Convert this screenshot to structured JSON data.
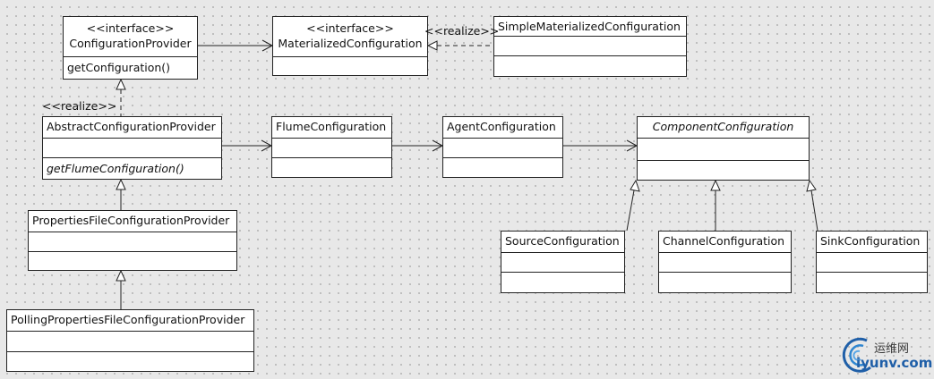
{
  "classes": {
    "configuration_provider": {
      "stereotype": "<<interface>>",
      "name": "ConfigurationProvider",
      "operation": "getConfiguration()"
    },
    "materialized_configuration": {
      "stereotype": "<<interface>>",
      "name": "MaterializedConfiguration"
    },
    "simple_materialized_configuration": {
      "name": "SimpleMaterializedConfiguration"
    },
    "abstract_configuration_provider": {
      "name": "AbstractConfigurationProvider",
      "operation": "getFlumeConfiguration()"
    },
    "flume_configuration": {
      "name": "FlumeConfiguration"
    },
    "agent_configuration": {
      "name": "AgentConfiguration"
    },
    "component_configuration": {
      "name": "ComponentConfiguration"
    },
    "properties_file_configuration_provider": {
      "name": "PropertiesFileConfigurationProvider"
    },
    "polling_properties_file_configuration_provider": {
      "name": "PollingPropertiesFileConfigurationProvider"
    },
    "source_configuration": {
      "name": "SourceConfiguration"
    },
    "channel_configuration": {
      "name": "ChannelConfiguration"
    },
    "sink_configuration": {
      "name": "SinkConfiguration"
    }
  },
  "relations": {
    "realize_top": "<<realize>>",
    "realize_left": "<<realize>>"
  },
  "watermark": {
    "cn": "运维网",
    "en": "iyunv.com",
    "color": "#1f5fa8"
  }
}
